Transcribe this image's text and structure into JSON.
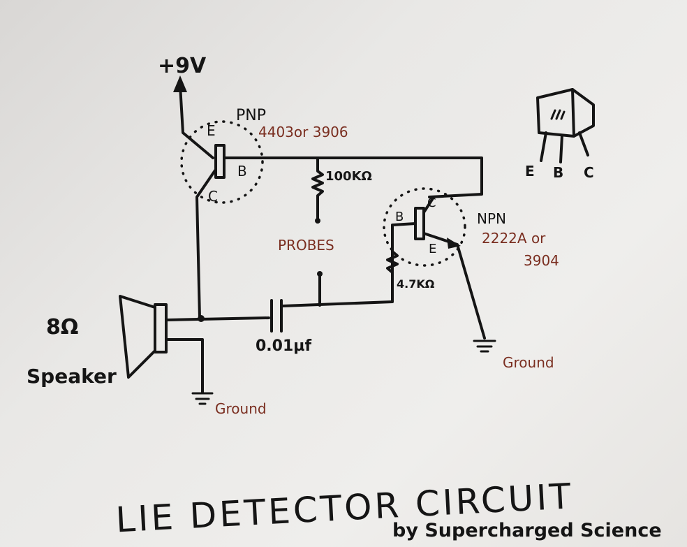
{
  "supply": {
    "label": "+9V"
  },
  "pnp": {
    "type": "PNP",
    "parts": "4403or 3906",
    "e": "E",
    "b": "B",
    "c": "C"
  },
  "resistor_100k": {
    "label": "100KΩ"
  },
  "probes": {
    "label": "PROBES"
  },
  "npn": {
    "type": "NPN",
    "parts_line1": "2222A or",
    "parts_line2": "3904",
    "b": "B",
    "c": "C",
    "e": "E"
  },
  "resistor_4k7": {
    "label": "4.7KΩ"
  },
  "speaker": {
    "impedance": "8Ω",
    "label": "Speaker"
  },
  "capacitor": {
    "label": "0.01µf"
  },
  "grounds": [
    "Ground",
    "Ground"
  ],
  "pinout": {
    "e": "E",
    "b": "B",
    "c": "C"
  },
  "title": "LIE DETECTOR CIRCUIT",
  "byline": "by Supercharged Science",
  "colors": {
    "ink": "#151515",
    "annotation": "#7a2e20",
    "paper": "#ebeae8"
  }
}
